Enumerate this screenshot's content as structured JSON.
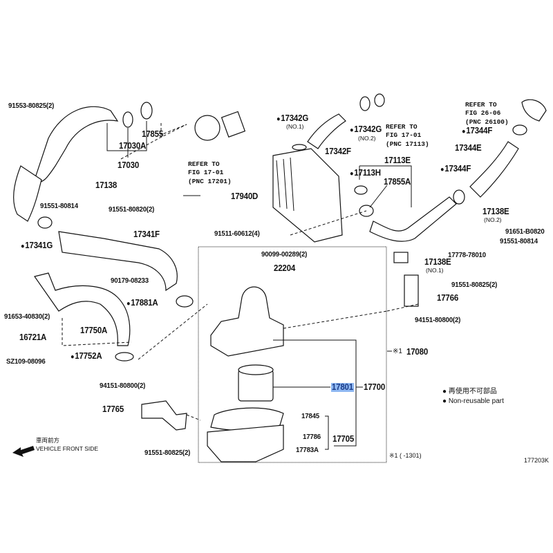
{
  "diagram": {
    "figure_code": "177203K",
    "highlighted_part": "17801",
    "highlight_color": "#8fb8f2",
    "labels": [
      {
        "id": "p91553",
        "text": "91553-80825(2)"
      },
      {
        "id": "p17030A",
        "text": "17030A"
      },
      {
        "id": "p17855",
        "text": "17855"
      },
      {
        "id": "p17030",
        "text": "17030"
      },
      {
        "id": "p17138",
        "text": "17138"
      },
      {
        "id": "p91551_80814_l",
        "text": "91551-80814"
      },
      {
        "id": "p91551_80820",
        "text": "91551-80820(2)"
      },
      {
        "id": "p17341G",
        "text": "17341G",
        "non_reusable": true
      },
      {
        "id": "p17341F",
        "text": "17341F"
      },
      {
        "id": "p90179",
        "text": "90179-08233"
      },
      {
        "id": "p91653",
        "text": "91653-40830(2)"
      },
      {
        "id": "p17881A",
        "text": "17881A",
        "non_reusable": true
      },
      {
        "id": "p17750A",
        "text": "17750A"
      },
      {
        "id": "p16721A",
        "text": "16721A"
      },
      {
        "id": "p17752A",
        "text": "17752A",
        "non_reusable": true
      },
      {
        "id": "pSZ109",
        "text": "SZ109-08096"
      },
      {
        "id": "p94151_l",
        "text": "94151-80800(2)"
      },
      {
        "id": "p17765",
        "text": "17765"
      },
      {
        "id": "p91551_80825_l",
        "text": "91551-80825(2)"
      },
      {
        "id": "p17342G1",
        "text": "17342G",
        "sub": "(NO.1)",
        "non_reusable": true
      },
      {
        "id": "p17342G2",
        "text": "17342G",
        "sub": "(NO.2)",
        "non_reusable": true
      },
      {
        "id": "p17342F",
        "text": "17342F"
      },
      {
        "id": "p17940D",
        "text": "17940D"
      },
      {
        "id": "p91511",
        "text": "91511-60612(4)"
      },
      {
        "id": "p90099",
        "text": "90099-00289(2)"
      },
      {
        "id": "p22204",
        "text": "22204"
      },
      {
        "id": "p17113E",
        "text": "17113E"
      },
      {
        "id": "p17113H",
        "text": "17113H",
        "non_reusable": true
      },
      {
        "id": "p17855A",
        "text": "17855A"
      },
      {
        "id": "p17344F_top",
        "text": "17344F",
        "non_reusable": true
      },
      {
        "id": "p17344E",
        "text": "17344E"
      },
      {
        "id": "p17344F_mid",
        "text": "17344F",
        "non_reusable": true
      },
      {
        "id": "p17138E2",
        "text": "17138E",
        "sub": "(NO.2)"
      },
      {
        "id": "p91651",
        "text": "91651-B0820"
      },
      {
        "id": "p91551_80814_r",
        "text": "91551-80814"
      },
      {
        "id": "p17778",
        "text": "17778-78010"
      },
      {
        "id": "p17138E1",
        "text": "17138E",
        "sub": "(NO.1)"
      },
      {
        "id": "p91551_80825_r",
        "text": "91551-80825(2)"
      },
      {
        "id": "p17766",
        "text": "17766"
      },
      {
        "id": "p94151_r",
        "text": "94151-80800(2)"
      },
      {
        "id": "p17080",
        "text": "17080",
        "prefix": "※1"
      },
      {
        "id": "p17801",
        "text": "17801"
      },
      {
        "id": "p17700",
        "text": "17700"
      },
      {
        "id": "p17845",
        "text": "17845"
      },
      {
        "id": "p17786",
        "text": "17786"
      },
      {
        "id": "p17705",
        "text": "17705"
      },
      {
        "id": "p17783A",
        "text": "17783A"
      }
    ],
    "references": [
      {
        "id": "ref_17201",
        "text": "REFER TO\nFIG 17-01\n(PNC 17201)"
      },
      {
        "id": "ref_17113",
        "text": "REFER TO\nFIG 17-01\n(PNC 17113)"
      },
      {
        "id": "ref_26100",
        "text": "REFER TO\nFIG 26-06\n(PNC 26100)"
      }
    ],
    "legend": {
      "non_reusable_jp": "再使用不可部品",
      "non_reusable_en": "Non-reusable part"
    },
    "footnote": "※1 (     -1301)",
    "direction": {
      "jp": "車両前方",
      "en": "VEHICLE FRONT SIDE"
    }
  }
}
